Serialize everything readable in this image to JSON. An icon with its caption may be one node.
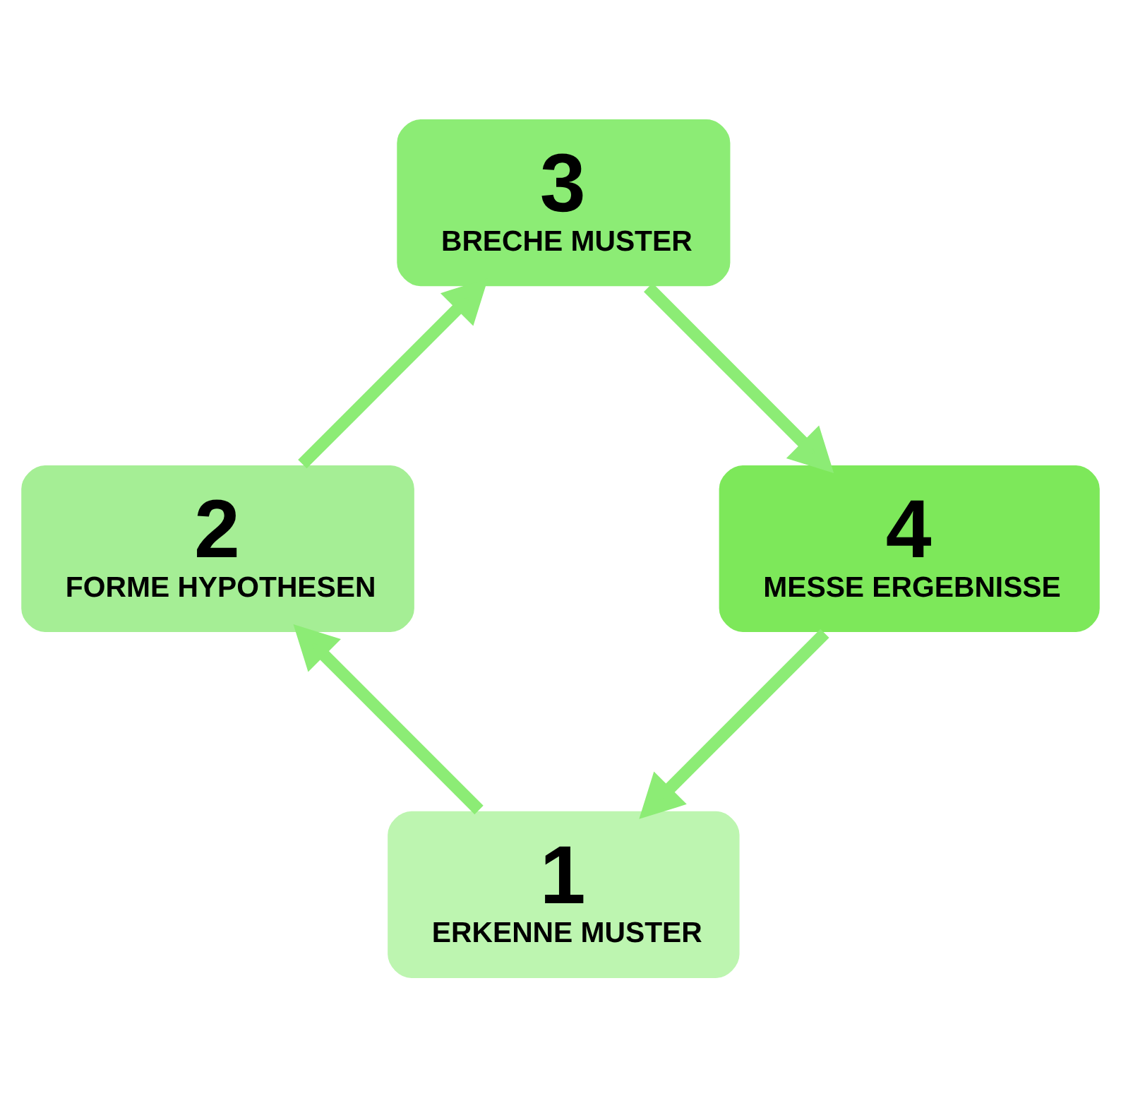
{
  "diagram": {
    "nodes": [
      {
        "text": [
          "1",
          "ERKENNE MUSTER"
        ]
      },
      {
        "text": [
          "2",
          "FORME HYPOTHESEN"
        ]
      },
      {
        "text": [
          "3",
          "BRECHE MUSTER"
        ]
      },
      {
        "text": [
          "4",
          "MESSE ERGEBNISSE"
        ]
      }
    ],
    "edges": [
      {
        "from": 0,
        "to": 1,
        "arrow": "to"
      },
      {
        "from": 1,
        "to": 2,
        "arrow": "to"
      },
      {
        "from": 2,
        "to": 3,
        "arrow": "to"
      },
      {
        "from": 3,
        "to": 0,
        "arrow": "to"
      }
    ]
  }
}
